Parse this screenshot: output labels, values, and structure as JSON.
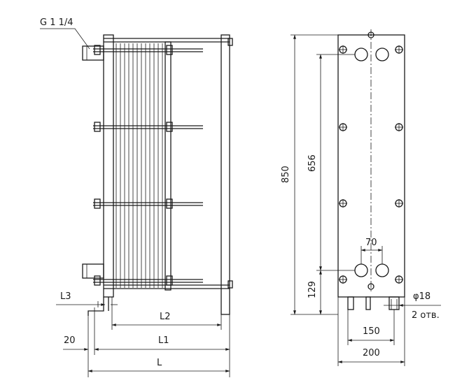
{
  "labels": {
    "thread": "G 1 1/4",
    "l3": "L3",
    "l2": "L2",
    "l1": "L1",
    "l": "L",
    "offset": "20",
    "height_total": "850",
    "port_spacing": "656",
    "bottom_port": "129",
    "port_centers": "70",
    "hole_dia": "φ18",
    "hole_count": "2 отв.",
    "foot_spacing": "150",
    "width": "200"
  },
  "colors": {
    "line": "#1a1a1a",
    "background": "#ffffff"
  }
}
